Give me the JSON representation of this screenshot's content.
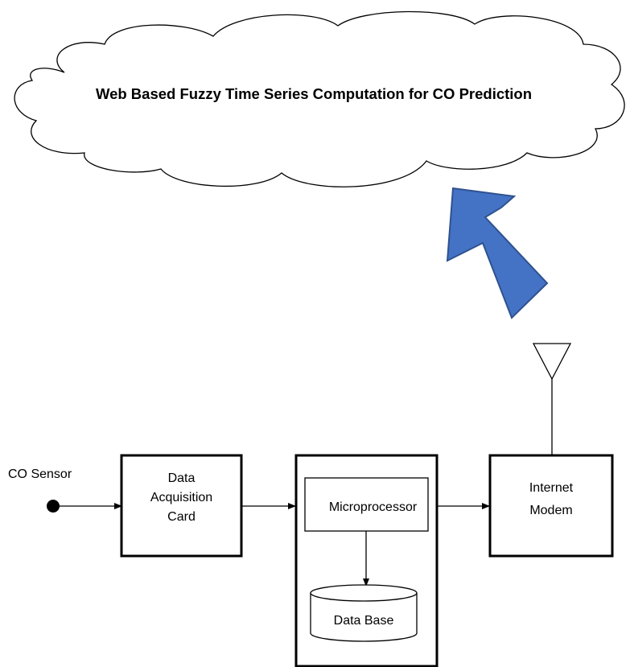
{
  "cloud": {
    "title": "Web Based Fuzzy Time Series Computation for CO Prediction"
  },
  "sensor": {
    "label": "CO Sensor"
  },
  "daq": {
    "line1": "Data",
    "line2": "Acquisition",
    "line3": "Card"
  },
  "microprocessor": {
    "label": "Microprocessor"
  },
  "database": {
    "label": "Data Base"
  },
  "modem": {
    "line1": "Internet",
    "line2": "Modem"
  },
  "colors": {
    "upload_arrow": "#4472C4",
    "upload_arrow_stroke": "#2F528F",
    "lines": "#000000"
  }
}
